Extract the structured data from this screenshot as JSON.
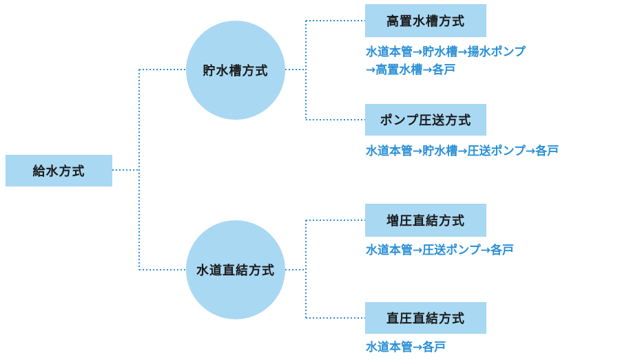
{
  "root": {
    "label": "給水方式"
  },
  "categories": [
    {
      "label": "貯水槽方式",
      "methods": [
        {
          "label": "高置水槽方式",
          "flow_lines": [
            "水道本管→貯水槽→揚水ポンプ",
            "→高置水槽→各戸"
          ]
        },
        {
          "label": "ポンプ圧送方式",
          "flow_lines": [
            "水道本管→貯水槽→圧送ポンプ→各戸"
          ]
        }
      ]
    },
    {
      "label": "水道直結方式",
      "methods": [
        {
          "label": "増圧直結方式",
          "flow_lines": [
            "水道本管→圧送ポンプ→各戸"
          ]
        },
        {
          "label": "直圧直結方式",
          "flow_lines": [
            "水道本管→各戸"
          ]
        }
      ]
    }
  ],
  "colors": {
    "node_fill": "#a9d8f2",
    "flow_text": "#2a8fd6",
    "connector": "#2a8fd6"
  }
}
